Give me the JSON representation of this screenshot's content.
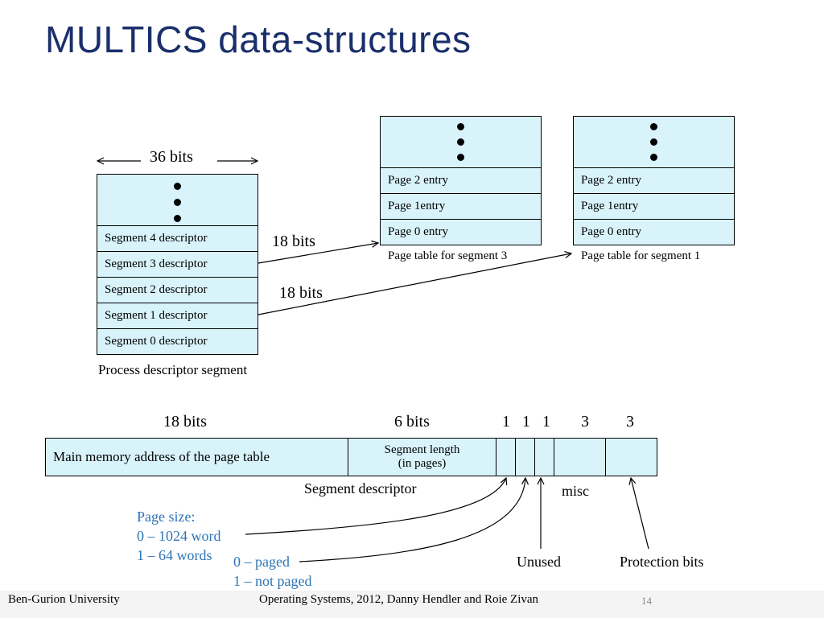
{
  "title": "MULTICS data-structures",
  "process_segment": {
    "width_label": "36 bits",
    "rows": [
      "Segment 4 descriptor",
      "Segment 3 descriptor",
      "Segment 2 descriptor",
      "Segment 1 descriptor",
      "Segment 0 descriptor"
    ],
    "caption": "Process descriptor segment"
  },
  "arrow_labels": {
    "seg3": "18 bits",
    "seg1": "18 bits"
  },
  "page_table_3": {
    "rows": [
      "Page 2 entry",
      "Page 1entry",
      "Page 0 entry"
    ],
    "caption": "Page table for segment 3"
  },
  "page_table_1": {
    "rows": [
      "Page 2 entry",
      "Page 1entry",
      "Page 0 entry"
    ],
    "caption": "Page table for segment 1"
  },
  "descriptor": {
    "bit_labels": [
      "18 bits",
      "6 bits",
      "1",
      "1",
      "1",
      "3",
      "3"
    ],
    "address_field": "Main memory address of the page table",
    "length_field_line1": "Segment length",
    "length_field_line2": "(in pages)",
    "caption": "Segment descriptor",
    "misc": "misc"
  },
  "annotations": {
    "page_size": [
      "Page size:",
      "0 – 1024 word",
      "1 – 64 words"
    ],
    "paged": [
      "0 – paged",
      "1 – not paged"
    ],
    "unused": "Unused",
    "protection": "Protection bits"
  },
  "footer": {
    "left": "Ben-Gurion University",
    "center": "Operating Systems, 2012, Danny Hendler and Roie Zivan",
    "page": "14"
  },
  "colors": {
    "title": "#1a2f6b",
    "cell_fill": "#d9f3fb",
    "annotation": "#2e74b5"
  }
}
